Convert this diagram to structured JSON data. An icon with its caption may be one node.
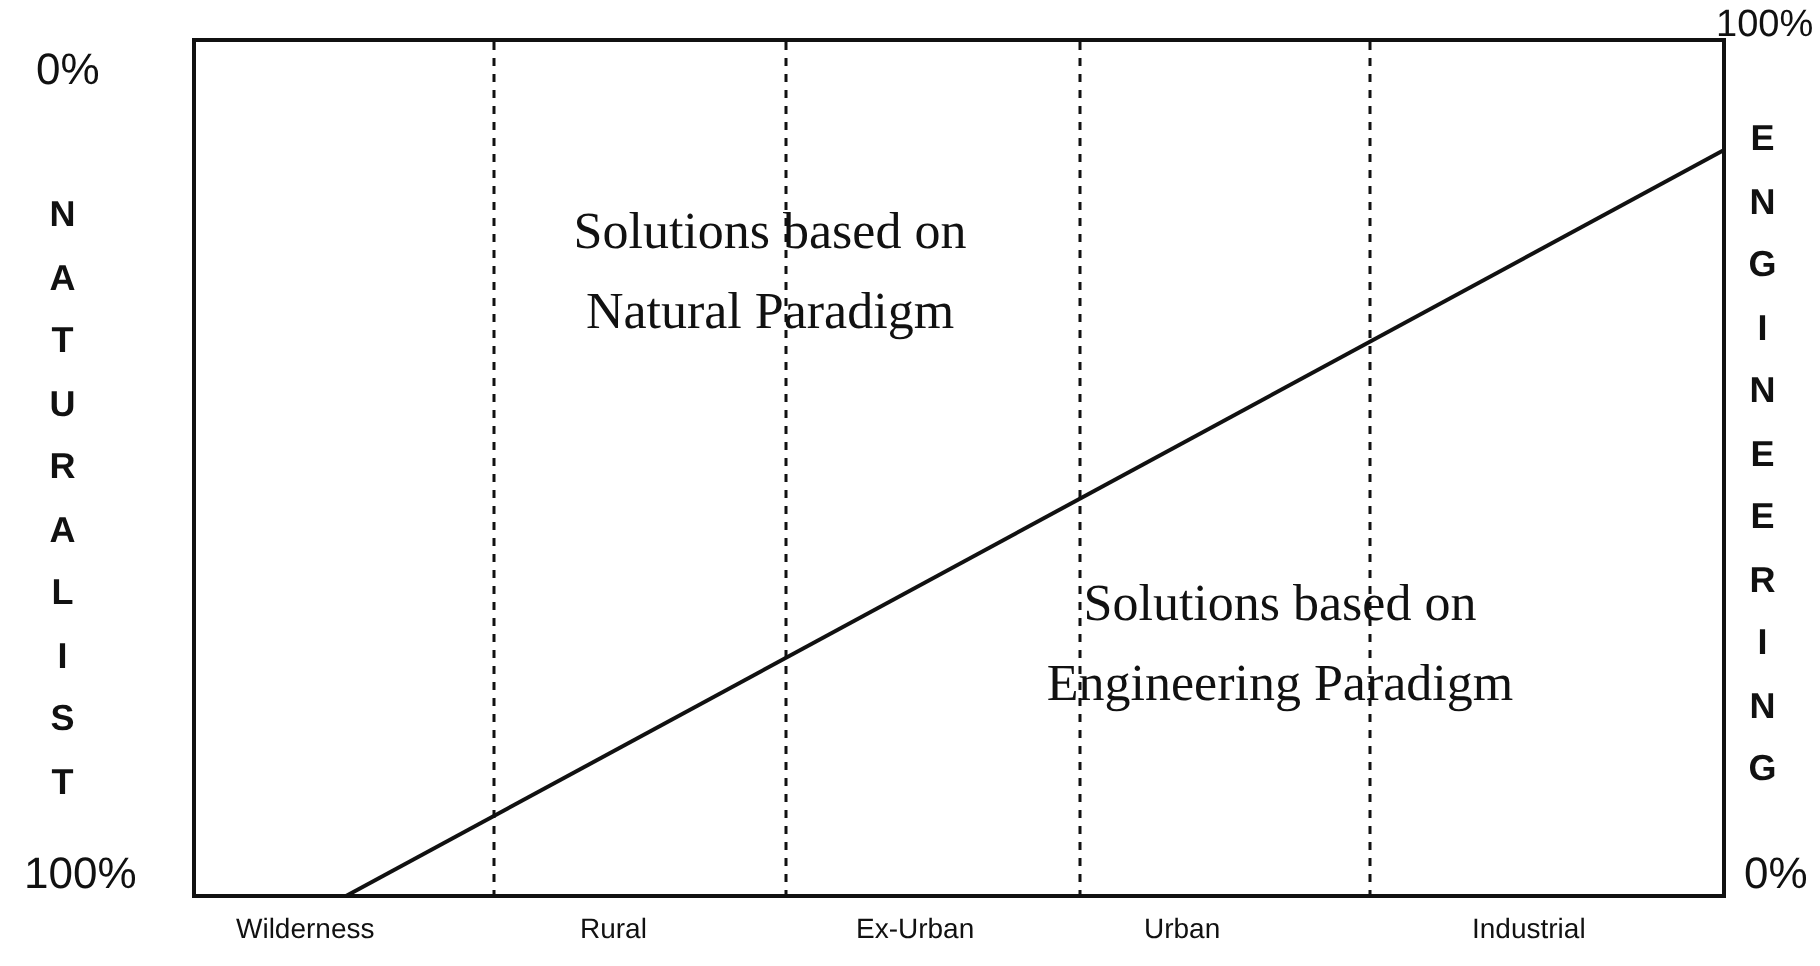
{
  "diagram": {
    "labels": [
      "0%",
      "100%",
      "NATURALIST",
      "ENGINEERING",
      "Solutions based on Natural Paradigm",
      "Solutions based on Engineering Paradigm",
      "100%",
      "0%",
      "Wilderness",
      "Rural",
      "Ex-Urban",
      "Urban",
      "Industrial"
    ]
  }
}
